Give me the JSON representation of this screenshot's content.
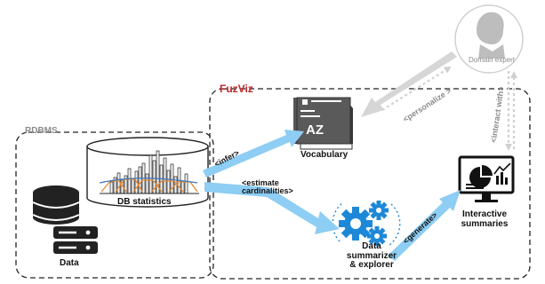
{
  "groups": {
    "rdbms": "RDBMS",
    "fuzviz": "FuzViz"
  },
  "nodes": {
    "data": "Data",
    "db_statistics": "DB statistics",
    "vocabulary": "Vocabulary",
    "vocabulary_book_letters": "AZ",
    "summarizer": [
      "Data",
      "summarizer",
      "& explorer"
    ],
    "interactive_summaries": [
      "Interactive",
      "summaries"
    ],
    "domain_expert": "Domain expert"
  },
  "edges": {
    "infer": "<infer>",
    "estimate": [
      "<estimate",
      "cardinalities>"
    ],
    "generate": "<generate>",
    "personalize": "<personalize >",
    "interact_with": "<interact with>"
  },
  "colors": {
    "flow_arrow": "#8ecdf4",
    "user_arrow": "#d0d0d0",
    "gear": "#1e88d8",
    "fuzviz_title": "#c0262c",
    "db_fill": "#222222"
  }
}
